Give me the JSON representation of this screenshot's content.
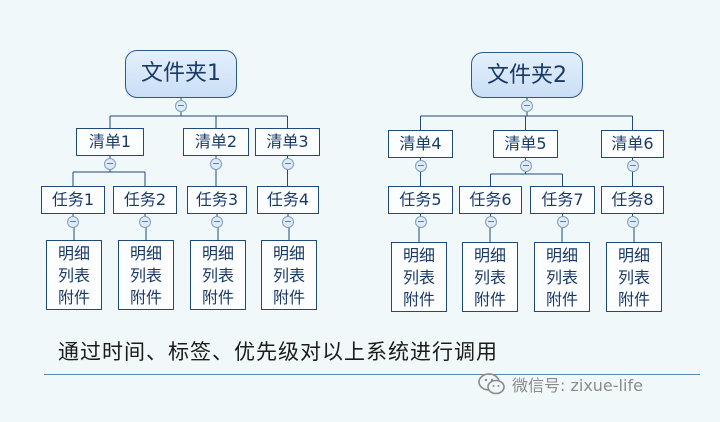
{
  "diagram": {
    "trees": [
      {
        "folder": "文件夹1",
        "lists": [
          {
            "label": "清单1",
            "tasks": [
              {
                "label": "任务1",
                "detail": [
                  "明细",
                  "列表",
                  "附件"
                ]
              },
              {
                "label": "任务2",
                "detail": [
                  "明细",
                  "列表",
                  "附件"
                ]
              }
            ]
          },
          {
            "label": "清单2",
            "tasks": [
              {
                "label": "任务3",
                "detail": [
                  "明细",
                  "列表",
                  "附件"
                ]
              }
            ]
          },
          {
            "label": "清单3",
            "tasks": [
              {
                "label": "任务4",
                "detail": [
                  "明细",
                  "列表",
                  "附件"
                ]
              }
            ]
          }
        ]
      },
      {
        "folder": "文件夹2",
        "lists": [
          {
            "label": "清单4",
            "tasks": [
              {
                "label": "任务5",
                "detail": [
                  "明细",
                  "列表",
                  "附件"
                ]
              }
            ]
          },
          {
            "label": "清单5",
            "tasks": [
              {
                "label": "任务6",
                "detail": [
                  "明细",
                  "列表",
                  "附件"
                ]
              },
              {
                "label": "任务7",
                "detail": [
                  "明细",
                  "列表",
                  "附件"
                ]
              }
            ]
          },
          {
            "label": "清单6",
            "tasks": [
              {
                "label": "任务8",
                "detail": [
                  "明细",
                  "列表",
                  "附件"
                ]
              }
            ]
          }
        ]
      }
    ]
  },
  "footer": {
    "text": "通过时间、标签、优先级对以上系统进行调用",
    "watermark": "微信号: zixue-life"
  },
  "colors": {
    "background": "#f1f8fa",
    "border": "#1f4a7a",
    "text": "#1a3a66",
    "folder_fill": "#d6e6f8",
    "connector": "#1f4a7a"
  }
}
